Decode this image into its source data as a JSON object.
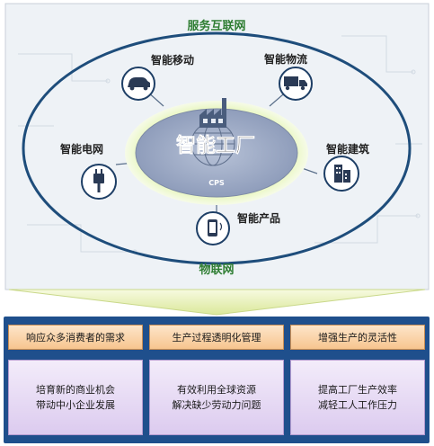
{
  "diagram": {
    "outer_top_label": "服务互联网",
    "outer_bottom_label": "物联网",
    "center_title": "智能工厂",
    "center_sub": "CPS",
    "nodes": [
      {
        "id": "mobile",
        "label": "智能移动",
        "icon": "car-icon"
      },
      {
        "id": "logistics",
        "label": "智能物流",
        "icon": "truck-icon"
      },
      {
        "id": "grid",
        "label": "智能电网",
        "icon": "plug-icon"
      },
      {
        "id": "building",
        "label": "智能建筑",
        "icon": "building-icon"
      },
      {
        "id": "product",
        "label": "智能产品",
        "icon": "phone-icon"
      }
    ],
    "colors": {
      "outer_ellipse": "#1e4d7b",
      "inner_ellipse": "#a2afc8",
      "glow": "#d8f0a0",
      "label_green": "#2e7d32",
      "panel_bg": "#1f4f8c"
    }
  },
  "table": {
    "headers": [
      "响应众多消费者的需求",
      "生产过程透明化管理",
      "增强生产的灵活性"
    ],
    "cells": [
      [
        "培育新的商业机会",
        "带动中小企业发展"
      ],
      [
        "有效利用全球资源",
        "解决缺少劳动力问题"
      ],
      [
        "提高工厂生产效率",
        "减轻工人工作压力"
      ]
    ]
  }
}
